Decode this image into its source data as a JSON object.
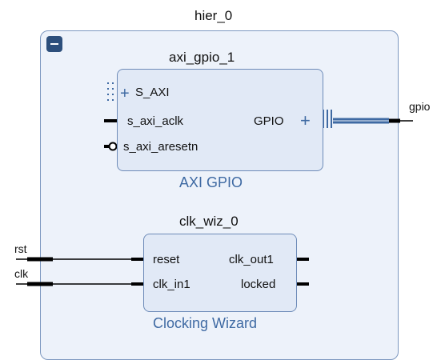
{
  "hierarchy": {
    "name": "hier_0"
  },
  "blocks": [
    {
      "instance": "axi_gpio_1",
      "ip_title": "AXI GPIO",
      "ports_left": [
        "S_AXI",
        "s_axi_aclk",
        "s_axi_aresetn"
      ],
      "ports_right": [
        "GPIO"
      ]
    },
    {
      "instance": "clk_wiz_0",
      "ip_title": "Clocking Wizard",
      "ports_left": [
        "reset",
        "clk_in1"
      ],
      "ports_right": [
        "clk_out1",
        "locked"
      ]
    }
  ],
  "external_ports": {
    "gpio": "gpio",
    "rst": "rst",
    "clk": "clk"
  },
  "colors": {
    "hier_fill": "#edf2fa",
    "block_fill": "#e1e9f6",
    "border": "#6d8bb8",
    "accent": "#3f6aa3",
    "wire": "#000000"
  }
}
